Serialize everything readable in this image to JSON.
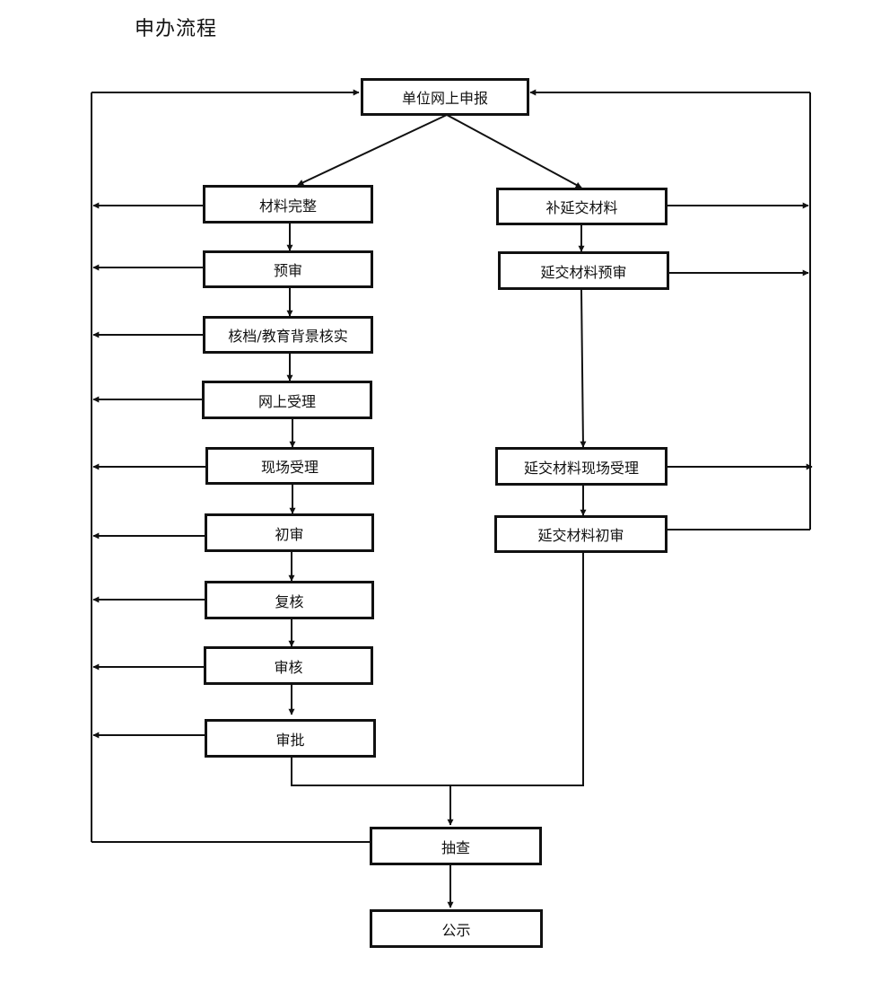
{
  "title": "申办流程",
  "nodes": {
    "apply": "单位网上申报",
    "complete": "材料完整",
    "pre_review": "预审",
    "verify": "核档/教育背景核实",
    "online_accept": "网上受理",
    "onsite_accept": "现场受理",
    "first_review": "初审",
    "recheck": "复核",
    "audit": "审核",
    "approve": "审批",
    "supplement": "补延交材料",
    "delayed_pre_review": "延交材料预审",
    "delayed_onsite_accept": "延交材料现场受理",
    "delayed_first_review": "延交材料初审",
    "spot_check": "抽查",
    "publicize": "公示"
  }
}
